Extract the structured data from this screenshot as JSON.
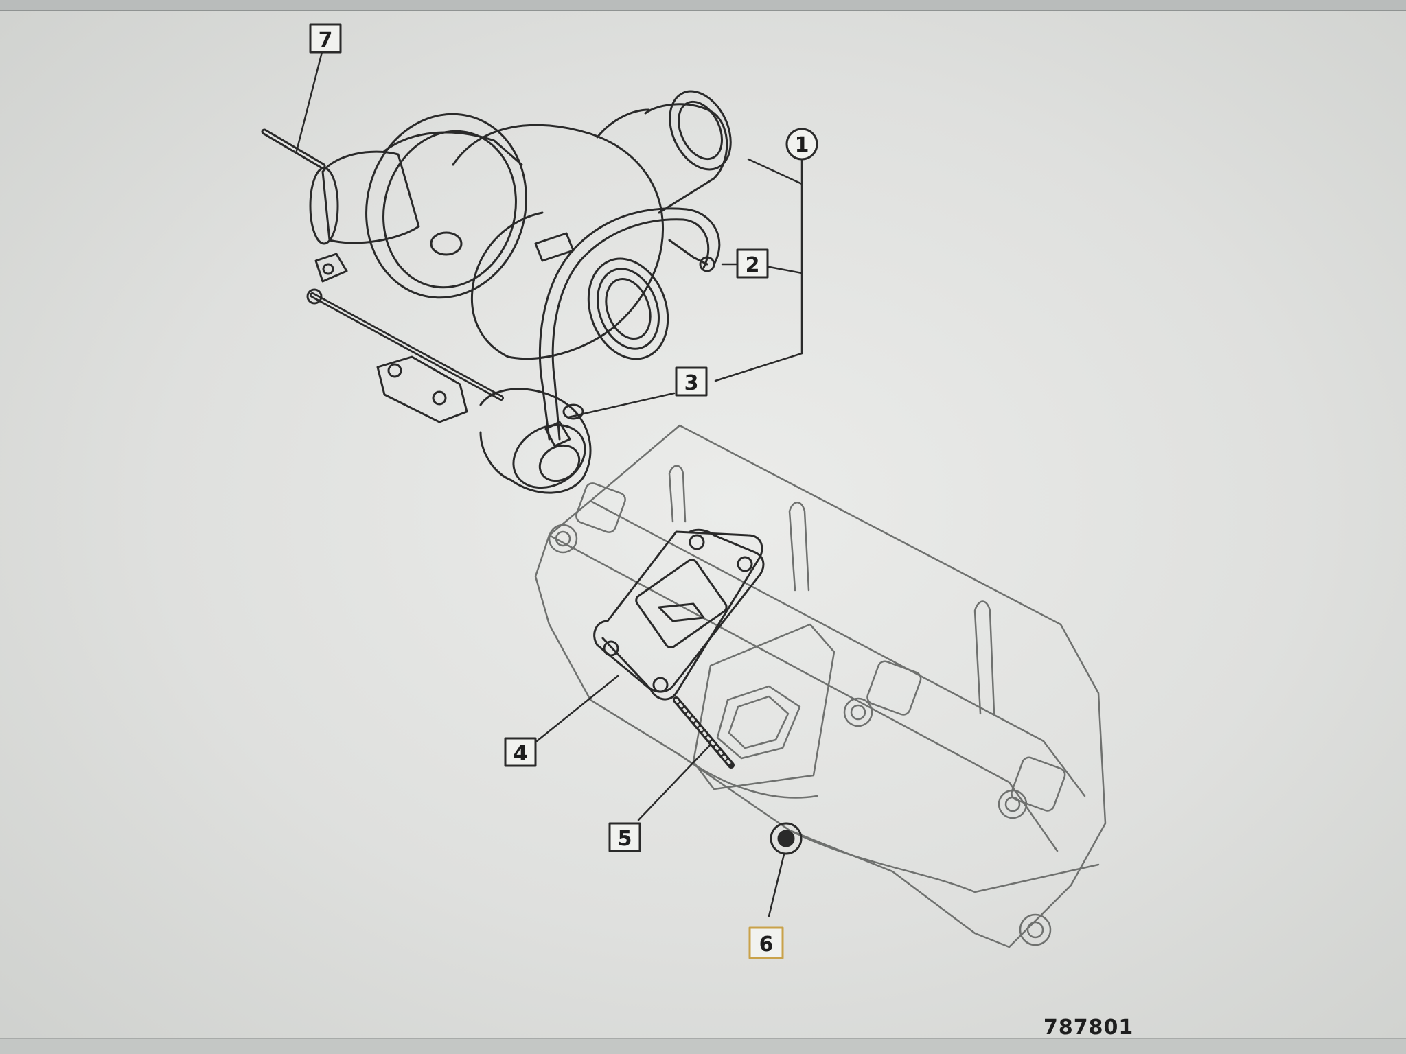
{
  "figure_number": "787801",
  "callouts": [
    {
      "id": "7",
      "label": "7"
    },
    {
      "id": "1",
      "label": "1"
    },
    {
      "id": "2",
      "label": "2"
    },
    {
      "id": "3",
      "label": "3"
    },
    {
      "id": "4",
      "label": "4"
    },
    {
      "id": "5",
      "label": "5"
    },
    {
      "id": "6",
      "label": "6"
    }
  ],
  "colors": {
    "line": "#2a2a2a",
    "highlight_box": "#c9a24a"
  }
}
